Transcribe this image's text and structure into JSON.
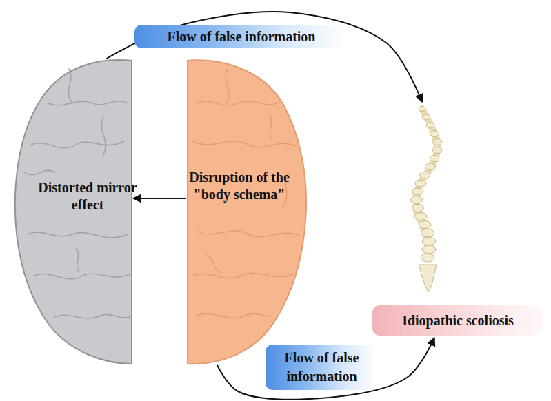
{
  "diagram": {
    "nodes": [
      {
        "text": [
          "Distorted mirror effect"
        ]
      },
      {
        "text": [
          "Disruption of the \"body schema\""
        ]
      },
      {
        "text": [
          "Idiopathic scoliosis"
        ]
      }
    ],
    "edges": [
      {
        "from": 0,
        "to": 2,
        "arrow": "to",
        "label": "Flow of false information"
      },
      {
        "from": 1,
        "to": 0,
        "arrow": "to"
      },
      {
        "from": 1,
        "to": 2,
        "arrow": "to",
        "label": "Flow of false information"
      }
    ]
  }
}
